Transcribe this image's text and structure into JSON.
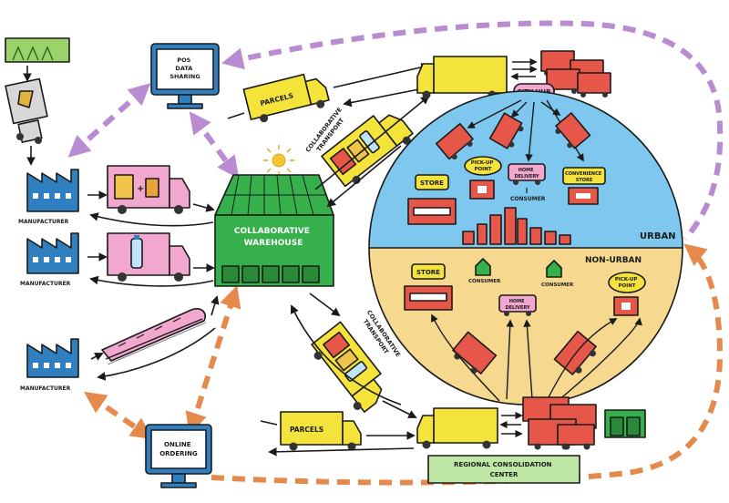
{
  "labels": {
    "pos": [
      "POS",
      "DATA",
      "SHARING"
    ],
    "manufacturer_1": "MANUFACTURER",
    "manufacturer_2": "MANUFACTURER",
    "manufacturer_3": "MANUFACTURER",
    "warehouse": [
      "COLLABORATIVE",
      "WAREHOUSE"
    ],
    "parcels_top": "PARCELS",
    "parcels_bottom": "PARCELS",
    "collab_transport_top": [
      "COLLABORATIVE",
      "TRANSPORT"
    ],
    "collab_transport_bottom": [
      "COLLABORATIVE",
      "TRANSPORT"
    ],
    "city_hub": "CITY HUB",
    "urban": "URBAN",
    "non_urban": "NON-URBAN",
    "store_urban": "STORE",
    "store_nonurban": "STORE",
    "pickup_urban": [
      "PICK-UP",
      "POINT"
    ],
    "pickup_nonurban": [
      "PICK-UP",
      "POINT"
    ],
    "home_delivery_urban": [
      "HOME",
      "DELIVERY"
    ],
    "home_delivery_nonurban": [
      "HOME",
      "DELIVERY"
    ],
    "convenience_store": [
      "CONVENIENCE",
      "STORE"
    ],
    "consumer_urban": "CONSUMER",
    "consumer_nonurban_1": "CONSUMER",
    "consumer_nonurban_2": "CONSUMER",
    "online_ordering": [
      "ONLINE",
      "ORDERING"
    ],
    "regional_center": [
      "REGIONAL CONSOLIDATION",
      "CENTER"
    ]
  },
  "colors": {
    "purple_flow": "#b98bd0",
    "orange_flow": "#e58a4c",
    "factory": "#2f7fc1",
    "truck_yellow": "#f3e33a",
    "truck_red": "#e6574a",
    "truck_pink": "#f2a7cf",
    "warehouse": "#35b04a",
    "sky": "#7ec8ef",
    "ground": "#f6d88e",
    "screen": "#2f7fc1"
  },
  "icons": [
    "factory-icon",
    "monitor-icon",
    "truck-icon",
    "train-icon",
    "sun-icon",
    "solar-roof-icon",
    "house-icon",
    "bottle-icon"
  ]
}
